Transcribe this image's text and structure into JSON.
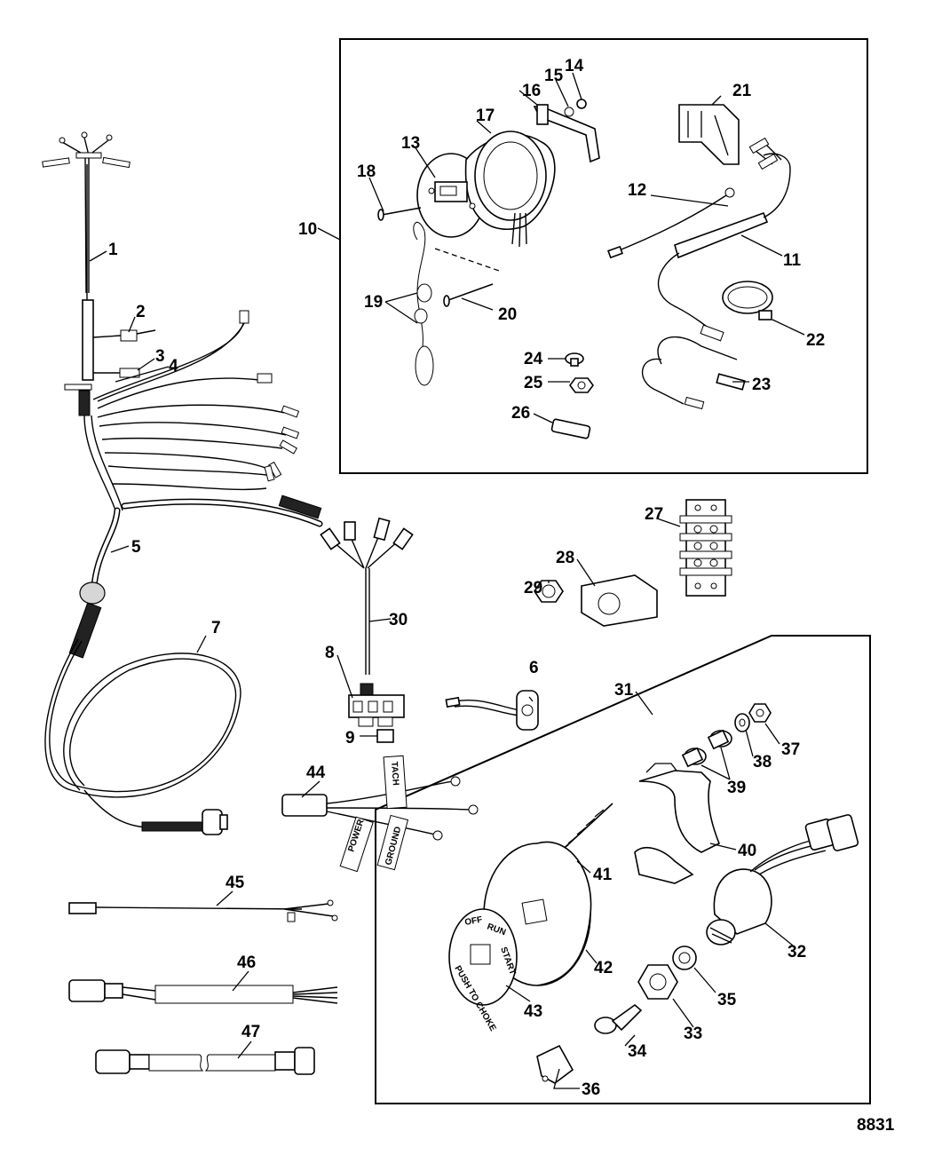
{
  "figure_id": "8831",
  "callouts": [
    "1",
    "2",
    "3",
    "4",
    "5",
    "6",
    "7",
    "8",
    "9",
    "10",
    "11",
    "12",
    "13",
    "14",
    "15",
    "16",
    "17",
    "18",
    "19",
    "20",
    "21",
    "22",
    "23",
    "24",
    "25",
    "26",
    "27",
    "28",
    "29",
    "30",
    "31",
    "32",
    "33",
    "34",
    "35",
    "36",
    "37",
    "38",
    "39",
    "40",
    "41",
    "42",
    "43",
    "44",
    "45",
    "46",
    "47"
  ],
  "tags": {
    "tach": "TACH",
    "power": "POWER",
    "ground": "GROUND",
    "key_text": [
      "OFF",
      "RUN",
      "START",
      "PUSH TO CHOKE"
    ]
  }
}
